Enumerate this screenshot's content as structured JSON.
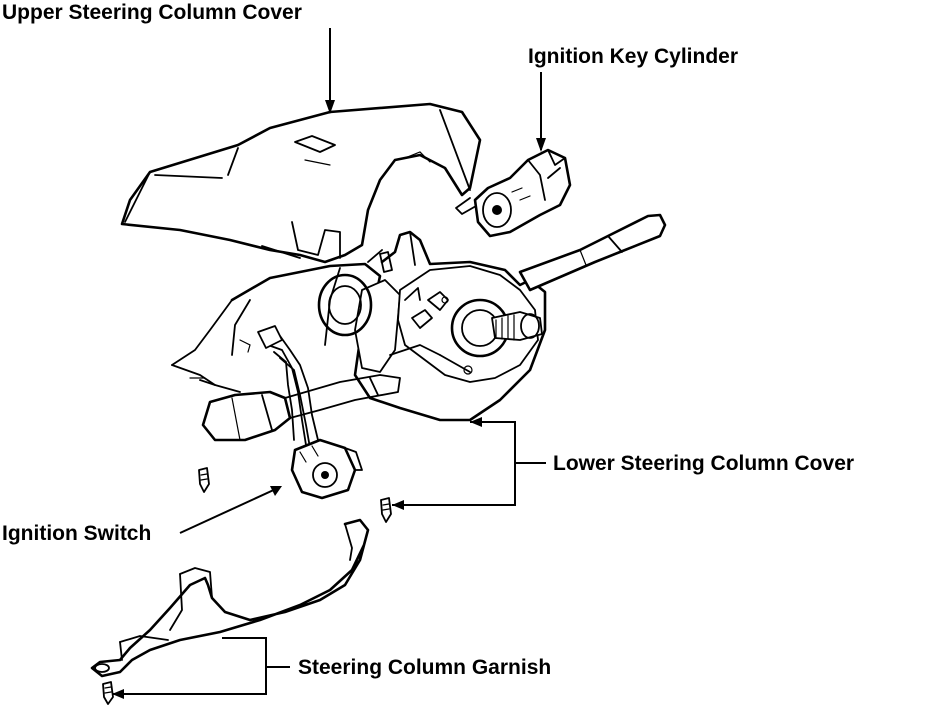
{
  "labels": {
    "upper_cover": "Upper Steering Column Cover",
    "key_cylinder": "Ignition Key Cylinder",
    "lower_cover": "Lower Steering Column Cover",
    "ignition_switch": "Ignition Switch",
    "garnish": "Steering Column Garnish"
  },
  "colors": {
    "ink": "#000000",
    "paper": "#ffffff"
  }
}
